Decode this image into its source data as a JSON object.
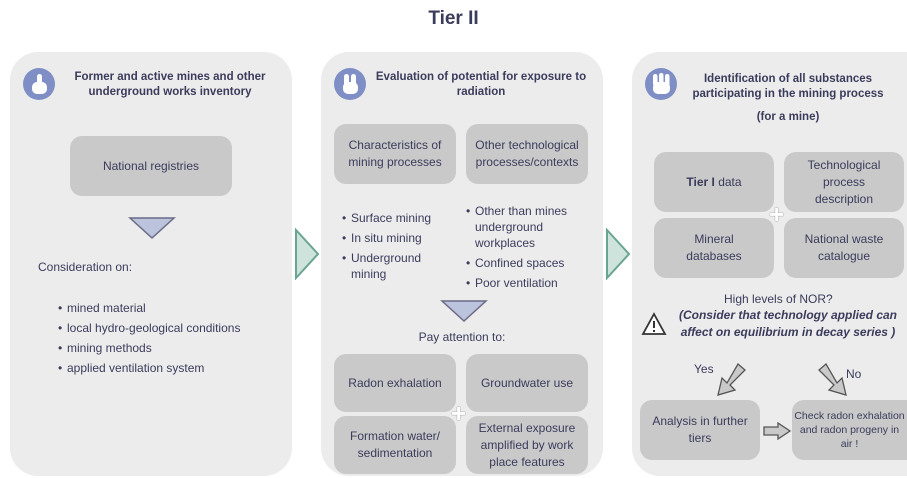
{
  "title": "Tier II",
  "panel1": {
    "heading": "Former and active mines and other underground works inventory",
    "box": "National registries",
    "consideration": "Consideration on:",
    "items": [
      "mined material",
      "local hydro-geological conditions",
      "mining methods",
      "applied ventilation system"
    ]
  },
  "panel2": {
    "heading": "Evaluation of potential for exposure to radiation",
    "box_a": "Characteristics of mining processes",
    "box_b": "Other technological processes/contexts",
    "left_items": [
      "Surface mining",
      "In situ mining",
      "Underground mining"
    ],
    "right_items": [
      "Other than mines underground workplaces",
      "Confined spaces",
      "Poor ventilation"
    ],
    "attention": "Pay attention to:",
    "box_c": "Radon exhalation",
    "box_d": "Groundwater use",
    "box_e": "Formation water/ sedimentation",
    "box_f": "External exposure amplified by work place features"
  },
  "panel3": {
    "heading": "Identification of all substances participating in the mining process",
    "subheading": "(for a mine)",
    "box_tier_bold": "Tier I",
    "box_tier_rest": " data",
    "box_tech": "Technological process description",
    "box_mineral": "Mineral databases",
    "box_waste": "National waste catalogue",
    "question": "High levels of NOR?",
    "note": "(Consider that technology applied can affect on equilibrium in decay series )",
    "yes": "Yes",
    "no": "No",
    "box_analysis": "Analysis in further tiers",
    "box_check": "Check radon exhalation and radon progeny in air !"
  },
  "colors": {
    "panel": "#ececec",
    "box": "#c9c9c9",
    "hand": "#7f8fc6",
    "arrow_fill": "#cde3dc",
    "arrow_stroke": "#6aa593"
  }
}
